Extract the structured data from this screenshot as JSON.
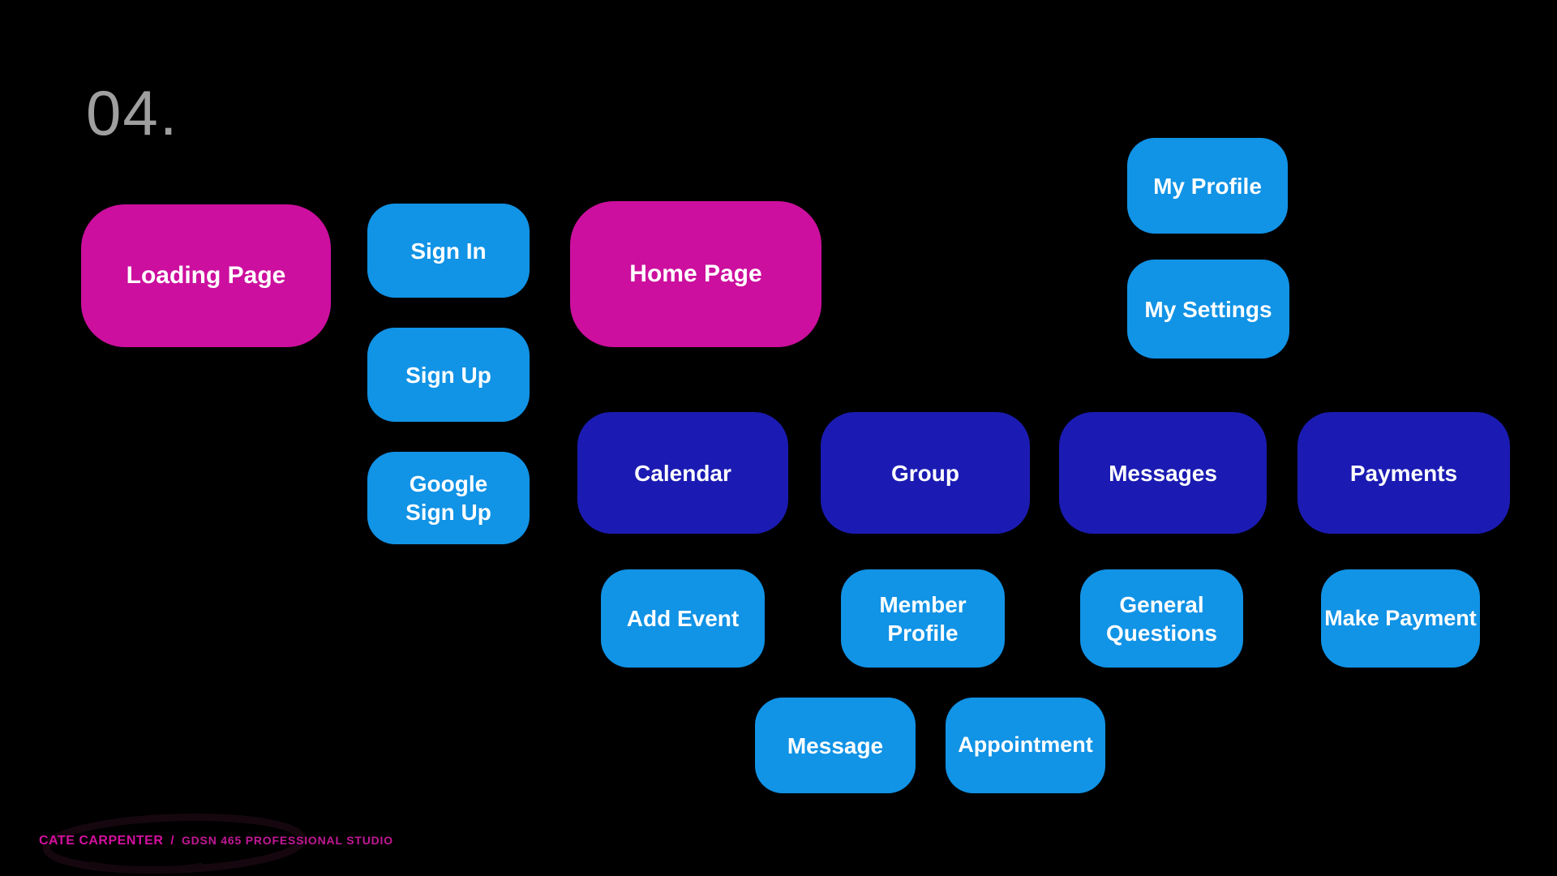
{
  "slide": {
    "section_number": "04.",
    "footer": {
      "author": "CATE CARPENTER",
      "separator": "/",
      "course": "GDSN 465 PROFESSIONAL STUDIO"
    }
  },
  "palette": {
    "background": "#000000",
    "magenta": "#CC0F9E",
    "light_blue": "#1193E6",
    "dark_blue": "#1B1BB3",
    "gray": "#9F9F9F",
    "footer_magenta": "#D40F9E",
    "footer_magenta_dim": "#C21897"
  },
  "diagram": {
    "type": "app-sitemap-flowchart",
    "nodes": [
      {
        "id": "loading-page",
        "label": "Loading Page",
        "color": "magenta"
      },
      {
        "id": "sign-in",
        "label": "Sign In",
        "color": "light_blue"
      },
      {
        "id": "sign-up",
        "label": "Sign Up",
        "color": "light_blue"
      },
      {
        "id": "google-sign-up",
        "label": "Google\nSign Up",
        "color": "light_blue"
      },
      {
        "id": "home-page",
        "label": "Home Page",
        "color": "magenta"
      },
      {
        "id": "my-profile",
        "label": "My Profile",
        "color": "light_blue"
      },
      {
        "id": "my-settings",
        "label": "My Settings",
        "color": "light_blue"
      },
      {
        "id": "calendar",
        "label": "Calendar",
        "color": "dark_blue"
      },
      {
        "id": "group",
        "label": "Group",
        "color": "dark_blue"
      },
      {
        "id": "messages",
        "label": "Messages",
        "color": "dark_blue"
      },
      {
        "id": "payments",
        "label": "Payments",
        "color": "dark_blue"
      },
      {
        "id": "add-event",
        "label": "Add Event",
        "color": "light_blue"
      },
      {
        "id": "member-profile",
        "label": "Member\nProfile",
        "color": "light_blue"
      },
      {
        "id": "general-questions",
        "label": "General\nQuestions",
        "color": "light_blue"
      },
      {
        "id": "make-payment",
        "label": "Make Payment",
        "color": "light_blue"
      },
      {
        "id": "message",
        "label": "Message",
        "color": "light_blue"
      },
      {
        "id": "appointment",
        "label": "Appointment",
        "color": "light_blue"
      }
    ]
  }
}
